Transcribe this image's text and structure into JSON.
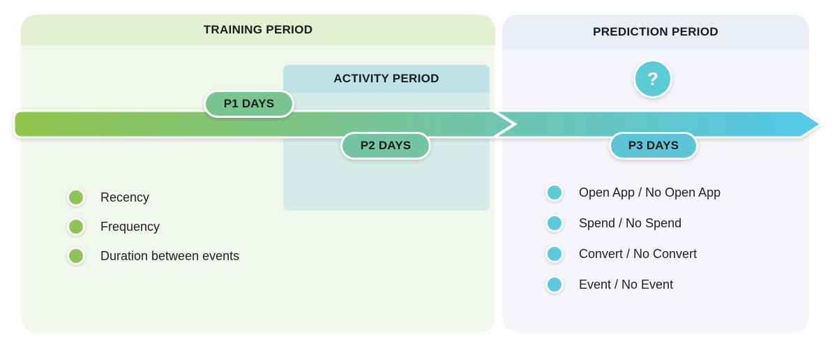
{
  "training": {
    "title": "TRAINING PERIOD",
    "features": [
      "Recency",
      "Frequency",
      "Duration between events"
    ]
  },
  "activity": {
    "title": "ACTIVITY PERIOD"
  },
  "prediction": {
    "title": "PREDICTION PERIOD",
    "question_symbol": "?",
    "targets": [
      "Open App / No Open App",
      "Spend / No Spend",
      "Convert / No Convert",
      "Event / No Event"
    ]
  },
  "timeline": {
    "p1_label": "P1 DAYS",
    "p2_label": "P2 DAYS",
    "p3_label": "P3 DAYS",
    "gradient_start": "#92c54a",
    "gradient_mid": "#72c6a8",
    "gradient_end": "#52c9ec"
  },
  "colors": {
    "training_bullet": "#8fc556",
    "prediction_bullet": "#5cc9dc",
    "training_panel": "#f3f8ec",
    "prediction_panel": "#f4f6fb",
    "activity_panel": "#d6ece9"
  }
}
